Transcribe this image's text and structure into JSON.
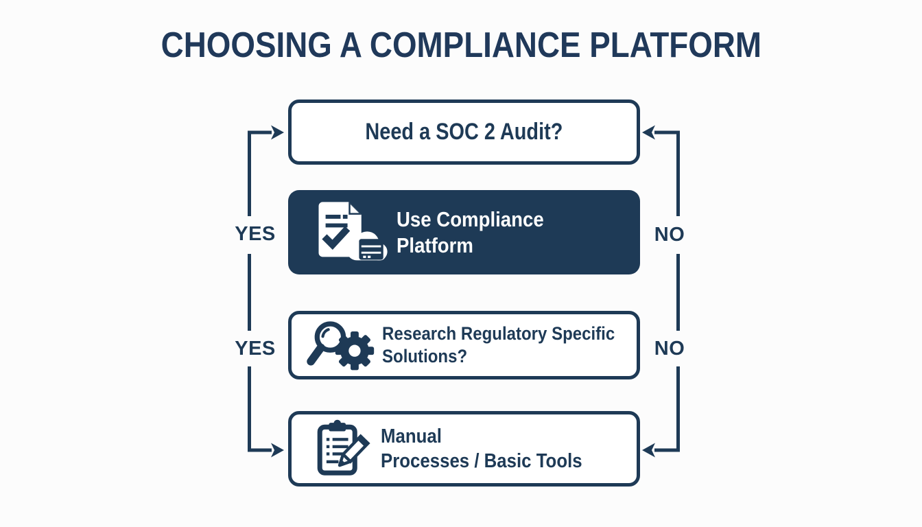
{
  "title": "CHOOSING A COMPLIANCE PLATFORM",
  "colors": {
    "navy": "#1e3a56",
    "title_navy": "#20395a",
    "white": "#ffffff",
    "background": "#fcfcfc"
  },
  "flow": {
    "nodes": [
      {
        "id": "soc2",
        "variant": "outline",
        "icon": null,
        "label": "Need a SOC 2 Audit?"
      },
      {
        "id": "platform",
        "variant": "filled",
        "icon": "document-check-cloud-icon",
        "label_line1": "Use Compliance",
        "label_line2": "Platform"
      },
      {
        "id": "research",
        "variant": "outline",
        "icon": "magnifier-gear-icon",
        "label_line1": "Research Regulatory Specific",
        "label_line2": "Solutions?"
      },
      {
        "id": "manual",
        "variant": "outline",
        "icon": "clipboard-pencil-icon",
        "label_line1": "Manual",
        "label_line2": "Processes / Basic Tools"
      }
    ],
    "left_labels": [
      "YES",
      "YES"
    ],
    "right_labels": [
      "NO",
      "NO"
    ]
  }
}
